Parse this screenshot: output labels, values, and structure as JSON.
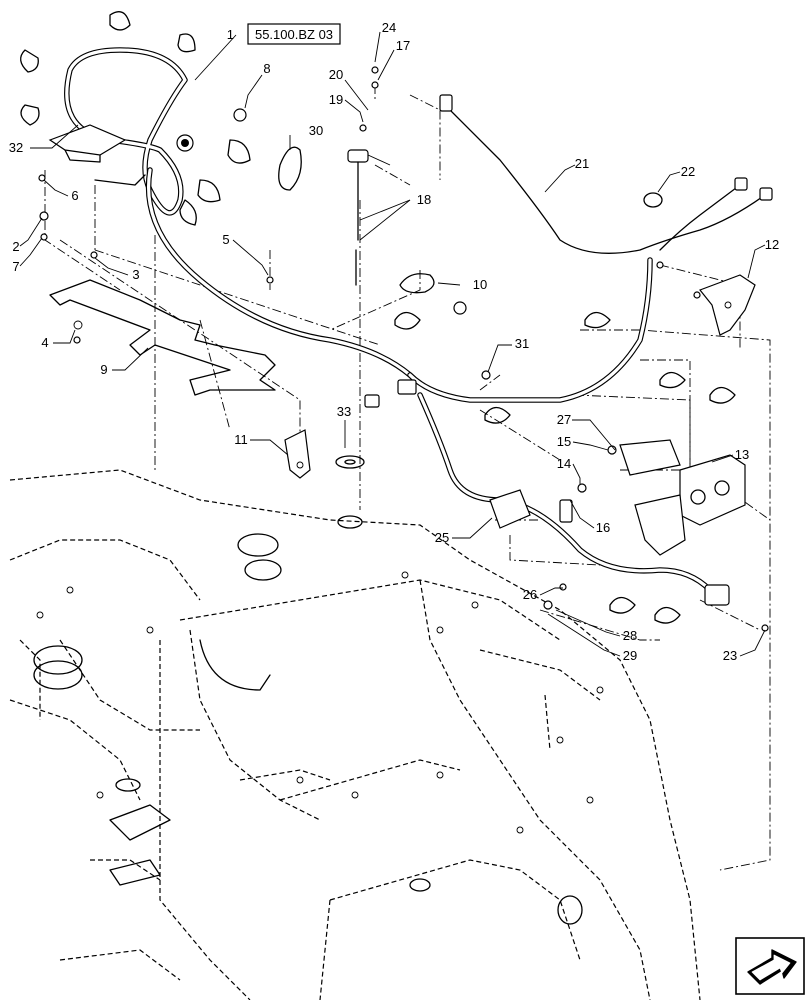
{
  "reference_box": {
    "text": "55.100.BZ 03"
  },
  "callouts": [
    "1",
    "2",
    "3",
    "4",
    "5",
    "6",
    "7",
    "8",
    "9",
    "10",
    "11",
    "12",
    "13",
    "14",
    "15",
    "16",
    "17",
    "18",
    "19",
    "20",
    "21",
    "22",
    "23",
    "24",
    "25",
    "26",
    "27",
    "28",
    "29",
    "30",
    "31",
    "32",
    "33"
  ],
  "nav_icon": "forward-arrow-icon"
}
